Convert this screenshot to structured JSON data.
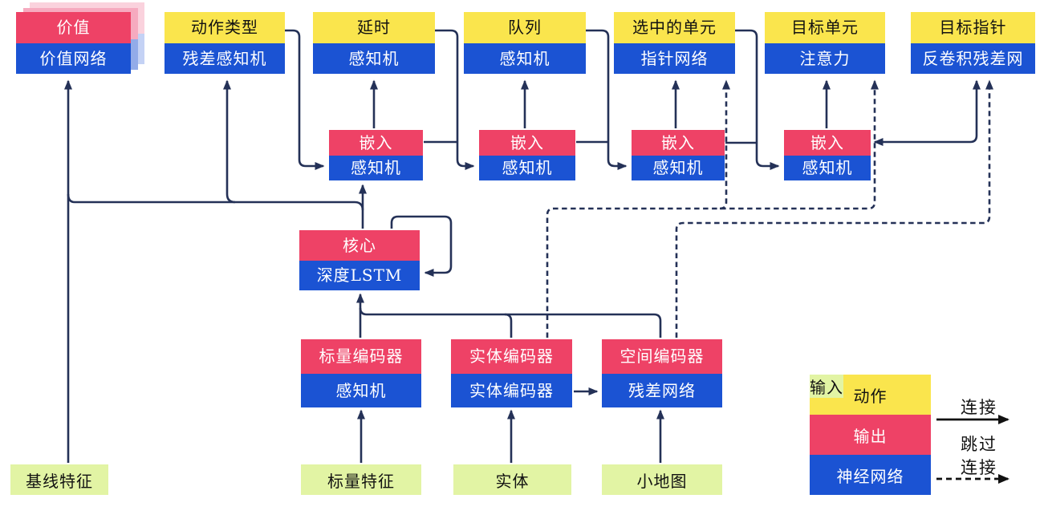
{
  "nodes": {
    "value": {
      "header": "价值",
      "body": "价值网络"
    },
    "action_type": {
      "header": "动作类型",
      "body": "残差感知机"
    },
    "delay": {
      "header": "延时",
      "body": "感知机"
    },
    "queue": {
      "header": "队列",
      "body": "感知机"
    },
    "selected_units": {
      "header": "选中的单元",
      "body": "指针网络"
    },
    "target_unit": {
      "header": "目标单元",
      "body": "注意力"
    },
    "target_pointer": {
      "header": "目标指针",
      "body": "反卷积残差网"
    },
    "embed1": {
      "header": "嵌入",
      "body": "感知机"
    },
    "embed2": {
      "header": "嵌入",
      "body": "感知机"
    },
    "embed3": {
      "header": "嵌入",
      "body": "感知机"
    },
    "embed4": {
      "header": "嵌入",
      "body": "感知机"
    },
    "core": {
      "header": "核心",
      "body": "深度LSTM"
    },
    "scalar_encoder": {
      "header": "标量编码器",
      "body": "感知机"
    },
    "entity_encoder": {
      "header": "实体编码器",
      "body": "实体编码器"
    },
    "spatial_encoder": {
      "header": "空间编码器",
      "body": "残差网络"
    },
    "baseline_features": {
      "label": "基线特征"
    },
    "scalar_features": {
      "label": "标量特征"
    },
    "entities": {
      "label": "实体"
    },
    "minimap": {
      "label": "小地图"
    }
  },
  "legend": {
    "action": "动作",
    "output": "输出",
    "network": "神经网络",
    "input": "输入",
    "connection": "连接",
    "skip_line1": "跳过",
    "skip_line2": "连接"
  },
  "colors": {
    "action_yellow": "#FAE54D",
    "output_red": "#EE4266",
    "network_blue": "#1B53D3",
    "input_green": "#E2F4A4",
    "wire_navy": "#243157",
    "legend_arrow_black": "#111111"
  }
}
